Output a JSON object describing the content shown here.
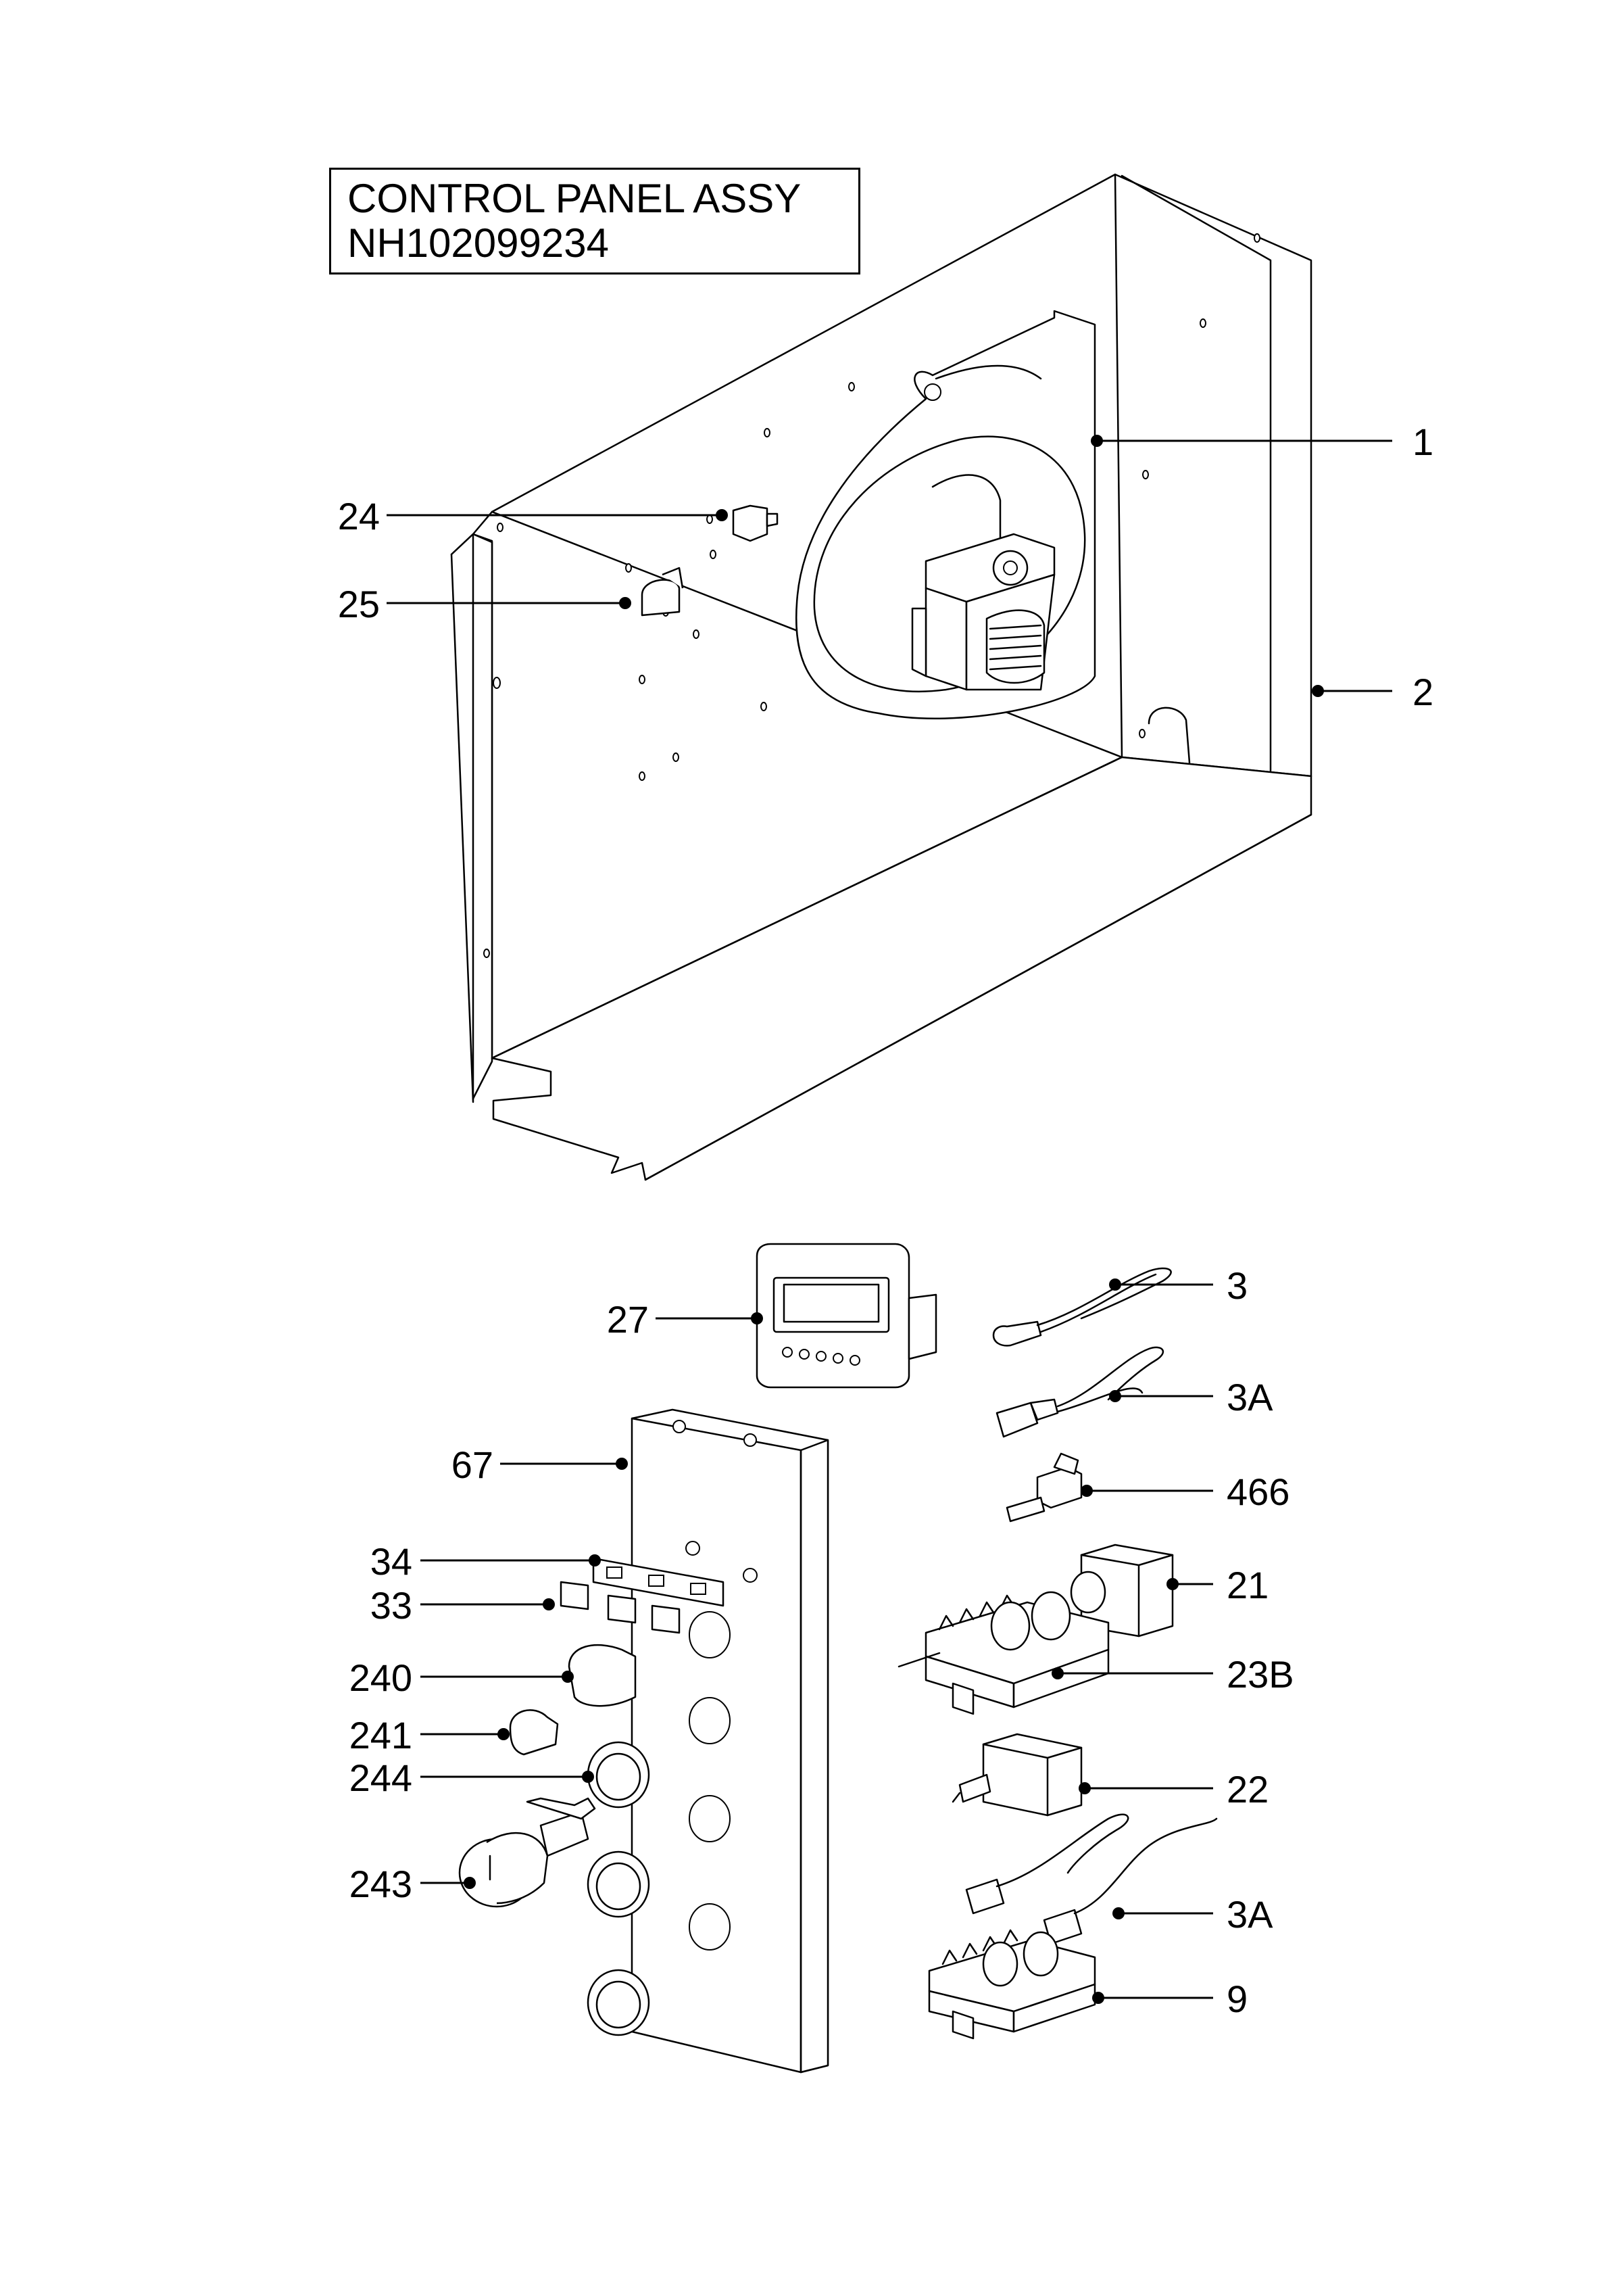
{
  "title": {
    "line1": "CONTROL PANEL ASSY",
    "line2": "NH102099234"
  },
  "callouts": [
    {
      "id": "c1",
      "label": "1"
    },
    {
      "id": "c2",
      "label": "2"
    },
    {
      "id": "c24",
      "label": "24"
    },
    {
      "id": "c25",
      "label": "25"
    },
    {
      "id": "c3",
      "label": "3"
    },
    {
      "id": "c3a1",
      "label": "3A"
    },
    {
      "id": "c466",
      "label": "466"
    },
    {
      "id": "c21",
      "label": "21"
    },
    {
      "id": "c23b",
      "label": "23B"
    },
    {
      "id": "c22",
      "label": "22"
    },
    {
      "id": "c3a2",
      "label": "3A"
    },
    {
      "id": "c9",
      "label": "9"
    },
    {
      "id": "c27",
      "label": "27"
    },
    {
      "id": "c67",
      "label": "67"
    },
    {
      "id": "c34",
      "label": "34"
    },
    {
      "id": "c33",
      "label": "33"
    },
    {
      "id": "c240",
      "label": "240"
    },
    {
      "id": "c241",
      "label": "241"
    },
    {
      "id": "c244",
      "label": "244"
    },
    {
      "id": "c243",
      "label": "243"
    }
  ]
}
